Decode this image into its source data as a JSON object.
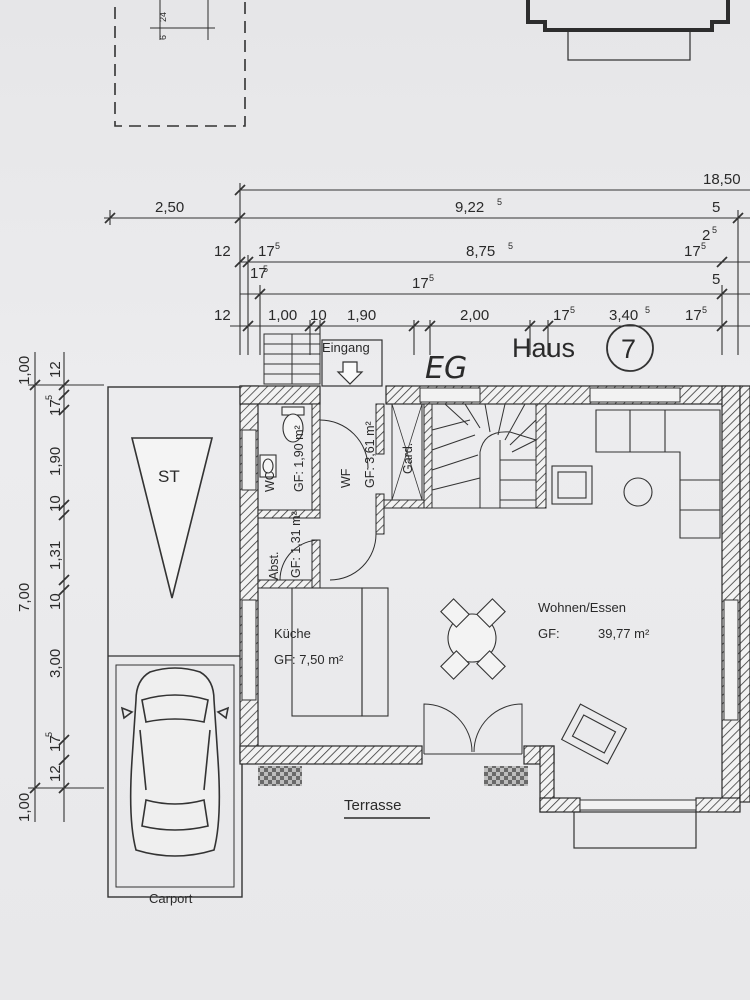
{
  "header": {
    "title": "Haus",
    "number": "7",
    "level_handwritten": "EG"
  },
  "rooms": {
    "wc": {
      "name": "WC",
      "area": "GF: 1,90 m²"
    },
    "wf": {
      "name": "WF",
      "area": "GF: 3,61 m²"
    },
    "gard": {
      "name": "Gard."
    },
    "abst": {
      "name": "Abst.",
      "area": "GF: 1,31 m²"
    },
    "kueche": {
      "name": "Küche",
      "area": "GF: 7,50 m²"
    },
    "wohnen": {
      "name": "Wohnen/Essen",
      "area_label": "GF:",
      "area_value": "39,77 m²"
    }
  },
  "labels": {
    "eingang": "Eingang",
    "st": "ST",
    "carport": "Carport",
    "terrasse": "Terrasse"
  },
  "dims": {
    "top": {
      "row1": {
        "total": "18,50"
      },
      "row2": {
        "a": "2,50",
        "b": "9,22",
        "b_sup": "5",
        "c": "5"
      },
      "row3": {
        "a": "12",
        "b": "17",
        "b_sup": "5",
        "c": "8,75",
        "c_sup": "5",
        "d": "17",
        "d_sup": "5",
        "e": "2",
        "e_sup": "5"
      },
      "row4": {
        "a": "17",
        "a_sup": "5",
        "b": "17",
        "b_sup": "5",
        "c": "5"
      },
      "row5": {
        "a": "12",
        "b": "1,00",
        "c": "10",
        "d": "1,90",
        "e": "2,00",
        "f": "17",
        "f_sup": "5",
        "g": "3,40",
        "g_sup": "5",
        "h": "17",
        "h_sup": "5"
      }
    },
    "left": {
      "outer": {
        "a": "1,00",
        "b": "7,00",
        "c": "1,00"
      },
      "inner": {
        "a": "12",
        "b": "17",
        "b_sup": "5",
        "c": "1,90",
        "d": "10",
        "e": "1,31",
        "f": "10",
        "g": "3,00",
        "h": "17",
        "h_sup": "5",
        "i": "12"
      }
    },
    "top_cut": {
      "a": "24",
      "b": "6"
    }
  }
}
